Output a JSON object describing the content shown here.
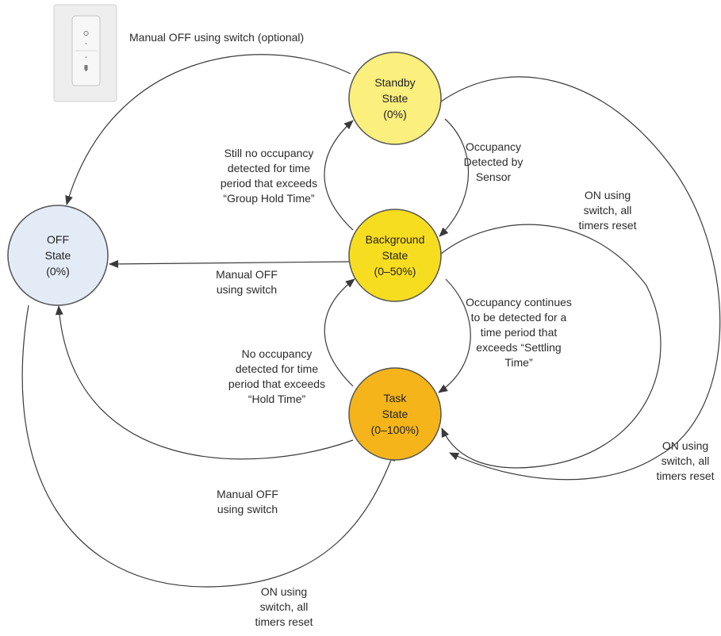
{
  "switch_icon": {
    "icon": "wall-switch-icon",
    "panel_color": "#eeeeee",
    "plate_color": "#f7f7f7"
  },
  "states": {
    "off": {
      "lines": [
        "OFF",
        "State",
        "(0%)"
      ],
      "fill": "#e3ebf7"
    },
    "standby": {
      "lines": [
        "Standby",
        "State",
        "(0%)"
      ],
      "fill": "#fbef7d"
    },
    "background": {
      "lines": [
        "Background",
        "State",
        "(0–50%)"
      ],
      "fill": "#f7dd1f"
    },
    "task": {
      "lines": [
        "Task",
        "State",
        "(0–100%)"
      ],
      "fill": "#f5b51a"
    }
  },
  "transitions": {
    "manual_off_optional": [
      "Manual OFF using switch (optional)"
    ],
    "still_no_occupancy": [
      "Still no occupancy",
      "detected for time",
      "period that exceeds",
      "“Group Hold Time”"
    ],
    "occupancy_detected": [
      "Occupancy",
      "Detected by",
      "Sensor"
    ],
    "on_to_background": [
      "ON using",
      "switch, all",
      "timers reset"
    ],
    "manual_off_background": [
      "Manual OFF",
      "using switch"
    ],
    "occupancy_continues": [
      "Occupancy continues",
      "to be detected for a",
      "time period that",
      "exceeds “Settling",
      "Time”"
    ],
    "no_occupancy_hold": [
      "No occupancy",
      "detected for time",
      "period that exceeds",
      "“Hold Time”"
    ],
    "on_from_standby": [
      "ON using",
      "switch, all",
      "timers reset"
    ],
    "manual_off_task": [
      "Manual OFF",
      "using switch"
    ],
    "on_from_off": [
      "ON using",
      "switch, all",
      "timers reset"
    ]
  }
}
